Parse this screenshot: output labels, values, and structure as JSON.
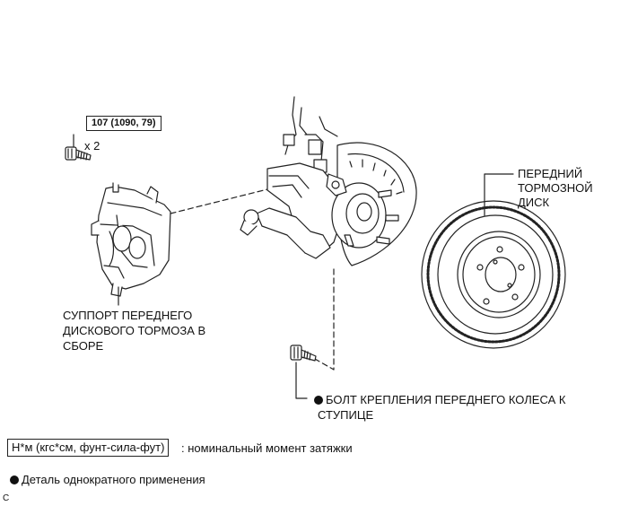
{
  "torque_spec": "107 (1090, 79)",
  "bolt_qty": "x 2",
  "labels": {
    "rotor": [
      "ПЕРЕДНИЙ",
      "ТОРМОЗНОЙ",
      "ДИСК"
    ],
    "caliper": [
      "СУППОРТ ПЕРЕДНЕГО",
      "ДИСКОВОГО ТОРМОЗА В",
      "СБОРЕ"
    ],
    "hub_bolt": [
      "БОЛТ КРЕПЛЕНИЯ ПЕРЕДНЕГО КОЛЕСА К",
      "СТУПИЦЕ"
    ]
  },
  "legend": {
    "torque_unit": "Н*м (кгс*см, фунт-сила-фут)",
    "torque_desc": ": номинальный момент затяжки",
    "single_use": "Деталь однократного применения"
  },
  "corner_mark": "C",
  "colors": {
    "line": "#222222",
    "background": "#ffffff"
  }
}
